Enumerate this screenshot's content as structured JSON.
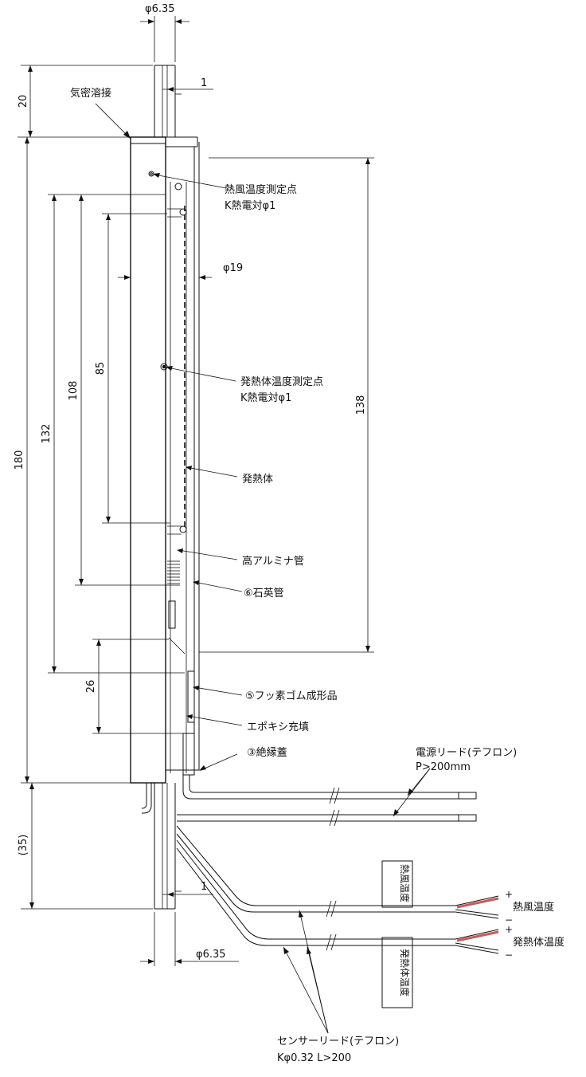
{
  "dimensions": {
    "top_diameter": "φ6.35",
    "top_wall": "1",
    "top_length": "20",
    "total_length": "180",
    "tube_diameter": "φ19",
    "heater_span": "138",
    "dim_132": "132",
    "dim_108": "108",
    "dim_85": "85",
    "dim_26": "26",
    "bottom_length": "(35)",
    "bottom_wall": "1",
    "bottom_diameter": "φ6.35"
  },
  "labels": {
    "welding": "気密溶接",
    "hot_air_point_line1": "熱風温度測定点",
    "hot_air_point_line2": "K熱電対φ1",
    "heater_point_line1": "発熱体温度測定点",
    "heater_point_line2": "K熱電対φ1",
    "heater": "発熱体",
    "alumina": "高アルミナ管",
    "quartz": "⑥石英管",
    "fluoro_rubber": "⑤フッ素ゴム成形品",
    "epoxy": "エポキシ充填",
    "insulating_cap": "③絶縁蓋",
    "power_lead_line1": "電源リード(テフロン)",
    "power_lead_line2": "P>200mm",
    "tag_hot_air": "熱風温度",
    "tag_heater": "発熱体温度",
    "out_hot_air": "熱風温度",
    "out_heater": "発熱体温度",
    "plus1": "+",
    "minus1": "−",
    "plus2": "+",
    "minus2": "−",
    "sensor_lead_line1": "センサーリード(テフロン)",
    "sensor_lead_line2": "Kφ0.32  L>200"
  }
}
